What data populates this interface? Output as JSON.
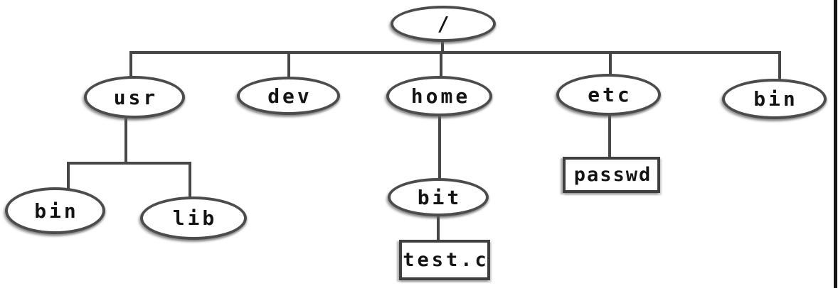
{
  "diagram": {
    "title": "unix-filesystem-tree",
    "colors": {
      "line": "#474747",
      "node_border": "#4c4c4c",
      "node_fill": "#ffffff",
      "text": "#141414",
      "frame_border": "#161616"
    }
  },
  "tree": {
    "label": "/",
    "shape": "ellipse",
    "children": [
      {
        "label": "usr",
        "shape": "ellipse",
        "children": [
          {
            "label": "bin",
            "shape": "ellipse"
          },
          {
            "label": "lib",
            "shape": "ellipse"
          }
        ]
      },
      {
        "label": "dev",
        "shape": "ellipse"
      },
      {
        "label": "home",
        "shape": "ellipse",
        "children": [
          {
            "label": "bit",
            "shape": "ellipse",
            "children": [
              {
                "label": "test.c",
                "shape": "rect"
              }
            ]
          }
        ]
      },
      {
        "label": "etc",
        "shape": "ellipse",
        "children": [
          {
            "label": "passwd",
            "shape": "rect"
          }
        ]
      },
      {
        "label": "bin",
        "shape": "ellipse"
      }
    ]
  }
}
